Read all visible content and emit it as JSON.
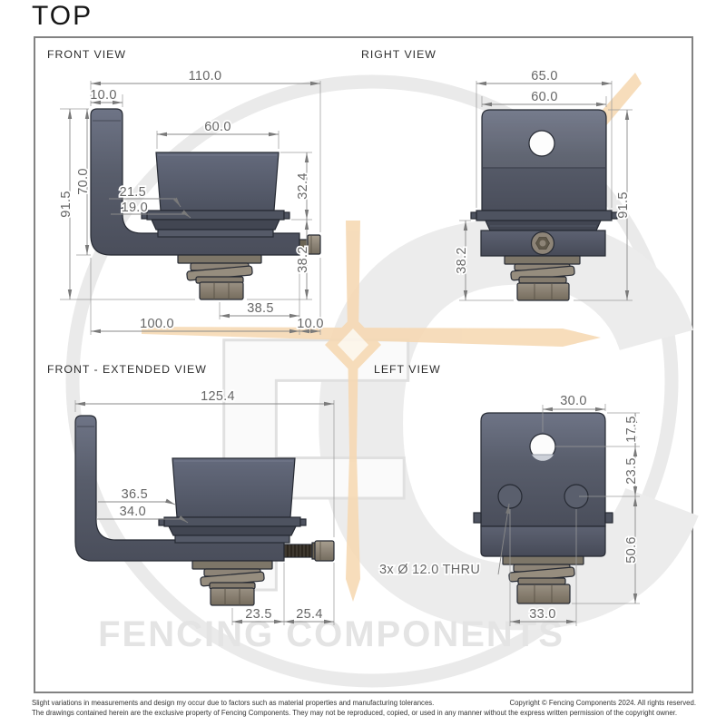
{
  "title": "TOP",
  "views": {
    "front": {
      "label": "FRONT VIEW",
      "dim_total_width": "110.0",
      "dim_leg_width": "10.0",
      "dim_height_total": "91.5",
      "dim_height_leg": "70.0",
      "dim_cup_width": "60.0",
      "dim_offset_a": "21.5",
      "dim_offset_b": "19.0",
      "dim_upper_height": "32.4",
      "dim_lower_height": "38.2",
      "dim_bolt_offset": "38.5",
      "dim_body_width": "100.0",
      "dim_bolt_stickout": "10.0"
    },
    "right": {
      "label": "RIGHT VIEW",
      "dim_flange_width": "65.0",
      "dim_body_width": "60.0",
      "dim_height_total": "91.5",
      "dim_lower_height": "38.2"
    },
    "front_extended": {
      "label": "FRONT - EXTENDED VIEW",
      "dim_total_width": "125.4",
      "dim_offset_a": "36.5",
      "dim_offset_b": "34.0",
      "dim_bolt_offset": "23.5",
      "dim_bolt_extension": "25.4"
    },
    "left": {
      "label": "LEFT VIEW",
      "dim_hole_offset": "30.0",
      "dim_top_hole": "17.5",
      "dim_hole_spacing_v": "23.5",
      "dim_lower_height": "50.6",
      "dim_hole_spacing_h": "33.0",
      "holes_note": "3x Ø 12.0 THRU"
    }
  },
  "watermark": {
    "monogram_f": "F",
    "monogram_c": "C",
    "name": "FENCING COMPONENTS"
  },
  "colors": {
    "part_body": "#585d6b",
    "hardware": "#8d8477",
    "watermark_gray": "#e9e9e9",
    "watermark_orange": "#f6d9b4",
    "dim_text": "#666666",
    "border": "#828282"
  },
  "footer": {
    "disclaimer_line1": "Slight variations in measurements and design my occur due to factors such as material properties and manufacturing tolerances.",
    "copyright": "Copyright © Fencing Components 2024. All rights reserved.",
    "disclaimer_line2": "The drawings contained herein are the exclusive property of Fencing Components. They may not be reproduced, copied, or used in any manner without the express written permission of the copyright owner."
  }
}
